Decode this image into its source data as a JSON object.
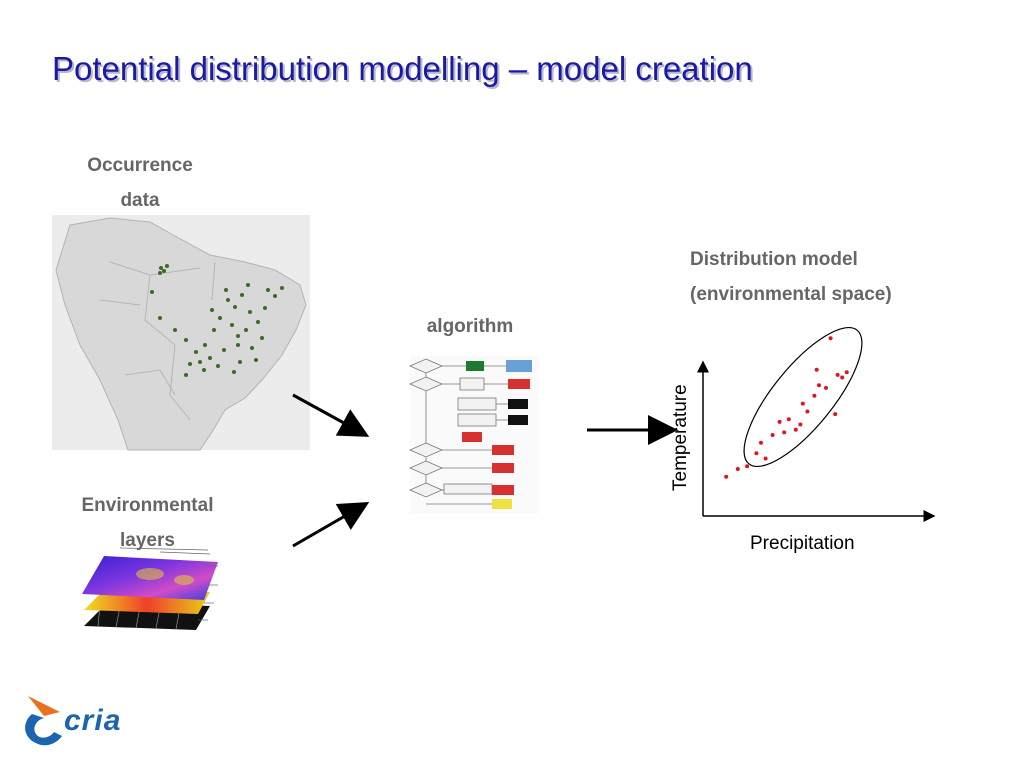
{
  "title": "Potential distribution modelling – model creation",
  "occurrence": {
    "line1": "Occurrence",
    "line2": "data"
  },
  "environmental": {
    "line1": "Environmental",
    "line2": "layers"
  },
  "algorithm": {
    "label": "algorithm"
  },
  "model": {
    "line1": "Distribution model",
    "line2": "(environmental space)"
  },
  "chart_data": {
    "type": "scatter",
    "xlabel": "Precipitation",
    "ylabel": "Temperature",
    "x": [
      1.0,
      1.5,
      1.9,
      2.3,
      2.5,
      2.7,
      3.0,
      3.3,
      3.5,
      3.7,
      4.0,
      4.2,
      4.3,
      4.5,
      4.8,
      4.9,
      5.0,
      5.3,
      5.7,
      5.8,
      6.0,
      6.2,
      5.5
    ],
    "y": [
      1.5,
      1.8,
      1.9,
      2.4,
      2.8,
      2.2,
      3.1,
      3.6,
      3.2,
      3.7,
      3.3,
      3.5,
      4.3,
      4.0,
      4.6,
      5.6,
      5.0,
      4.9,
      3.9,
      5.4,
      5.3,
      5.5,
      6.8
    ],
    "xlim": [
      0,
      10
    ],
    "ylim": [
      0,
      7.5
    ],
    "point_color": "#e0141e",
    "ellipse": true
  },
  "colors": {
    "title": "#1a1aa6",
    "label_gray": "#666666",
    "map_land": "#dcdcdc",
    "map_dots": "#3a6b22",
    "logo_orange": "#e8731e",
    "logo_blue": "#1b64b0"
  },
  "logo": {
    "text": "cria"
  }
}
